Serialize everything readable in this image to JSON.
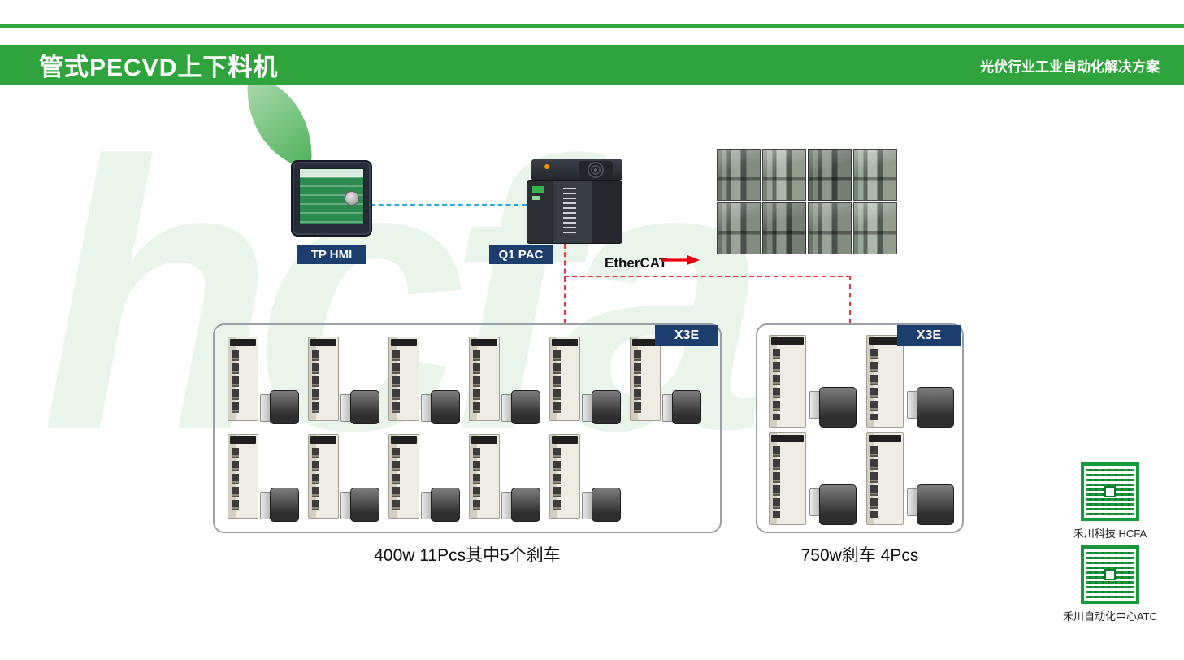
{
  "header": {
    "title": "管式PECVD上下料机",
    "subtitle": "光伏行业工业自动化解决方案"
  },
  "devices": {
    "hmi_label": "TP HMI",
    "pac_label": "Q1 PAC",
    "ethercat_label": "EtherCAT"
  },
  "machine_photos": {
    "count": 8
  },
  "groups": [
    {
      "badge": "X3E",
      "caption": "400w 11Pcs其中5个刹车",
      "rows": [
        6,
        5
      ]
    },
    {
      "badge": "X3E",
      "caption": "750w刹车 4Pcs",
      "rows": [
        2,
        2
      ]
    }
  ],
  "qr_codes": [
    {
      "label": "禾川科技 HCFA"
    },
    {
      "label": "禾川自动化中心ATC"
    }
  ],
  "watermark": "hcfa",
  "colors": {
    "brand_green": "#2fa43c",
    "badge_navy": "#1c3e6e",
    "ethercat_red": "#e60012",
    "hmi_link_blue": "#2aa9e0",
    "bus_red": "#e8343c"
  }
}
